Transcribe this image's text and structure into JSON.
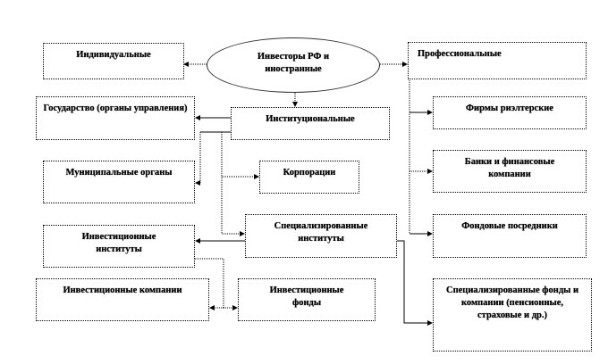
{
  "root": "Инвесторы РФ и иностранные",
  "nodes": {
    "individual": "Индивидуальные",
    "professional": "Профессиональные",
    "state": "Государство (органы управления)",
    "institutional": "Институциональные",
    "realtors": "Фирмы риэлтерские",
    "municipal": "Муниципальные органы",
    "corporations": "Корпорации",
    "banks": "Банки и финансовые компании",
    "specialized_institutes": "Специализированные институты",
    "stock_intermediaries": "Фондовые посредники",
    "investment_institutes": "Инвестиционные институты",
    "investment_companies": "Инвестиционные компании",
    "investment_funds": "Инвестиционные фонды",
    "specialized_funds": "Специализированные фонды и компании (пенсионные, страховые и др.)"
  }
}
